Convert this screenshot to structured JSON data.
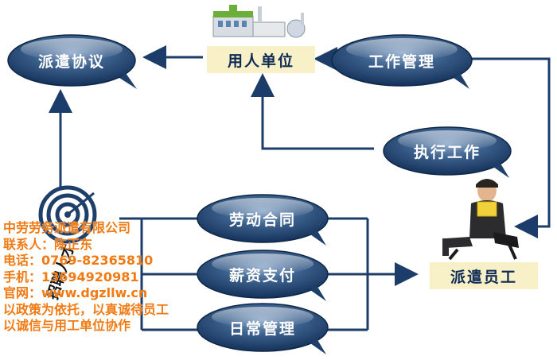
{
  "nodes": {
    "dispatch_agreement": "派遣协议",
    "employer_unit": "用人单位",
    "work_management": "工作管理",
    "execute_work": "执行工作",
    "labor_contract": "劳动合同",
    "salary_payment": "薪资支付",
    "daily_management": "日常管理",
    "dispatched_employee": "派遣员工",
    "recruit_talent": "招聘人才"
  },
  "contact": {
    "company": "中劳劳务派遣有限公司",
    "contact_person": "联系人：陈正东",
    "phone": "电话：0769-82365810",
    "mobile": "手机：13694920981",
    "website": "官网：www.dgzllw.cn",
    "slogan1": "以政策为依托，以真诚待员工",
    "slogan2": "以诚信与用工单位协作"
  },
  "colors": {
    "ellipse_dark": "#1d3f69",
    "ellipse_light": "#6f8fb5",
    "arrow": "#1c3c69",
    "label_box": "#f8f1c7",
    "overlay_text": "#f07a13"
  }
}
